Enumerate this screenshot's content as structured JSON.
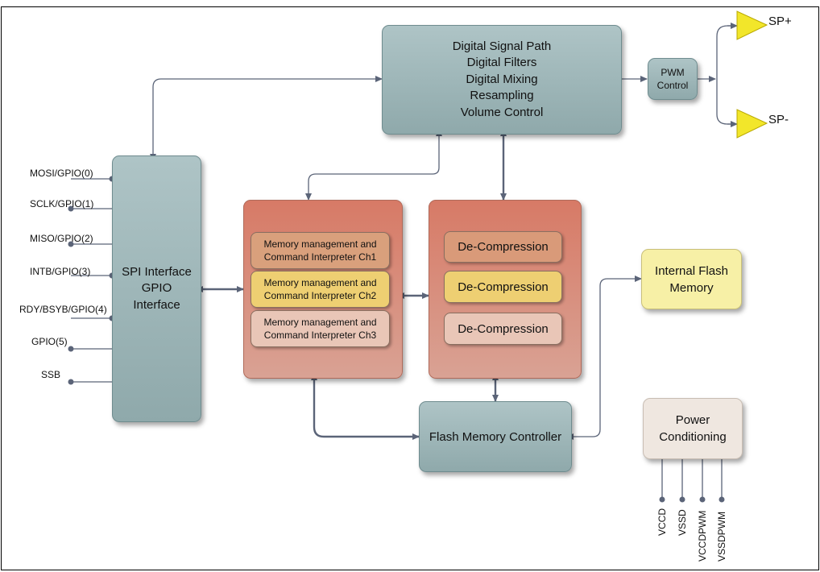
{
  "dsp": {
    "lines": [
      "Digital Signal Path",
      "Digital Filters",
      "Digital Mixing",
      "Resampling",
      "Volume Control"
    ]
  },
  "pwm": {
    "lines": [
      "PWM",
      "Control"
    ]
  },
  "speakers": {
    "pos": "SP+",
    "neg": "SP-"
  },
  "spi": {
    "lines": [
      "SPI Interface",
      "GPIO",
      "Interface"
    ]
  },
  "pins": [
    "MOSI/GPIO(0)",
    "SCLK/GPIO(1)",
    "MISO/GPIO(2)",
    "INTB/GPIO(3)",
    "RDY/BSYB/GPIO(4)",
    "GPIO(5)",
    "SSB"
  ],
  "memory_mgmt": [
    {
      "line1": "Memory management and",
      "line2": "Command Interpreter  Ch1"
    },
    {
      "line1": "Memory management and",
      "line2": "Command Interpreter  Ch2"
    },
    {
      "line1": "Memory management and",
      "line2": "Command Interpreter  Ch3"
    }
  ],
  "decompression": [
    "De-Compression",
    "De-Compression",
    "De-Compression"
  ],
  "internal_flash": {
    "lines": [
      "Internal Flash",
      "Memory"
    ]
  },
  "flash_controller": {
    "label": "Flash Memory Controller"
  },
  "power": {
    "lines": [
      "Power",
      "Conditioning"
    ]
  },
  "power_pins": [
    "VCCD",
    "VSSD",
    "VCCDPWM",
    "VSSDPWM"
  ],
  "colors": {
    "teal": "#9fb8ba",
    "red_block": "#d98b78",
    "yellow_block": "#f7f0a6",
    "amp": "#f2e62a",
    "wire": "#5b6478"
  }
}
